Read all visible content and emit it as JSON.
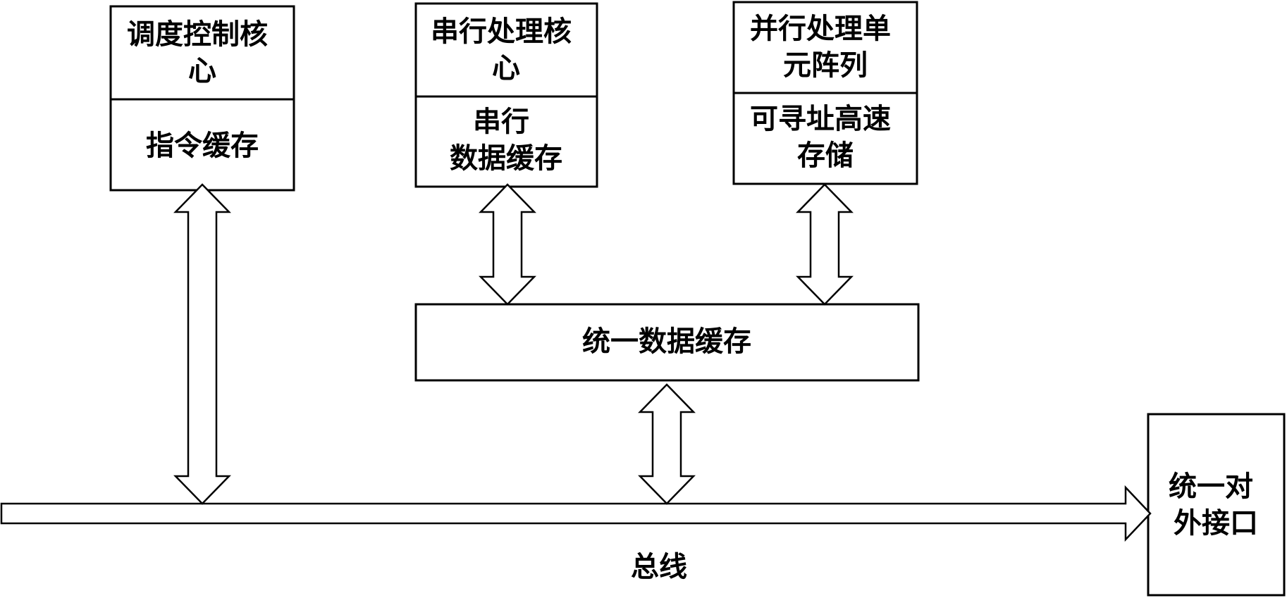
{
  "blocks": {
    "scheduler": {
      "top_lines": [
        "调度控制核",
        "心"
      ],
      "bottom_lines": [
        "指令缓存"
      ]
    },
    "serial": {
      "top_lines": [
        "串行处理核",
        "心"
      ],
      "bottom_lines": [
        "串行",
        "数据缓存"
      ]
    },
    "parallel": {
      "top_lines": [
        "并行处理单",
        "元阵列"
      ],
      "bottom_lines": [
        "可寻址高速",
        "存储"
      ]
    },
    "unified_cache": {
      "lines": [
        "统一数据缓存"
      ]
    },
    "external_interface": {
      "lines": [
        "统一对",
        "外接口"
      ]
    }
  },
  "bus": {
    "label": "总线"
  }
}
